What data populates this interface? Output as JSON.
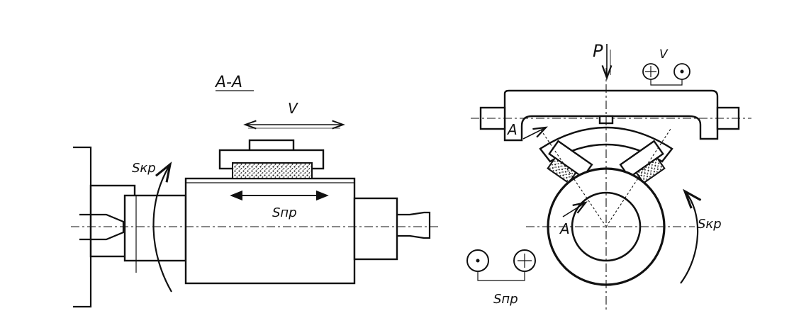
{
  "labels": {
    "section": "A-A",
    "v_left": "V",
    "s_kr_left": "Sкр",
    "s_pr_left": "Sпр",
    "p_force": "P",
    "v_right": "V",
    "a_top": "A",
    "a_bottom": "A",
    "s_kr_right": "Sкр",
    "s_pr_right": "Sпр"
  },
  "colors": {
    "ink": "#111111",
    "paper": "#ffffff"
  }
}
